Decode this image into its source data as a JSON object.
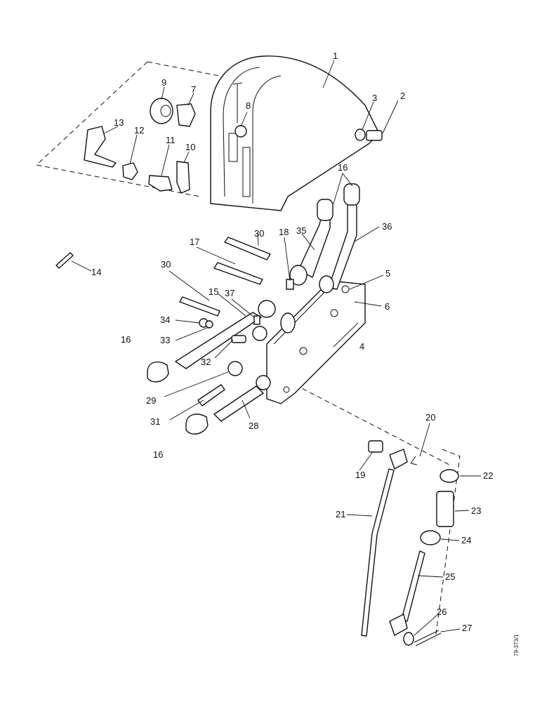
{
  "diagram": {
    "reference_code": "79-373/1",
    "labels": [
      {
        "id": "1",
        "text": "1"
      },
      {
        "id": "2",
        "text": "2"
      },
      {
        "id": "3",
        "text": "3"
      },
      {
        "id": "4",
        "text": "4"
      },
      {
        "id": "5",
        "text": "5"
      },
      {
        "id": "6",
        "text": "6"
      },
      {
        "id": "7",
        "text": "7"
      },
      {
        "id": "8",
        "text": "8"
      },
      {
        "id": "9",
        "text": "9"
      },
      {
        "id": "10",
        "text": "10"
      },
      {
        "id": "11",
        "text": "11"
      },
      {
        "id": "12",
        "text": "12"
      },
      {
        "id": "13",
        "text": "13"
      },
      {
        "id": "14",
        "text": "14"
      },
      {
        "id": "15",
        "text": "15"
      },
      {
        "id": "16a",
        "text": "16"
      },
      {
        "id": "16b",
        "text": "16"
      },
      {
        "id": "16c",
        "text": "16"
      },
      {
        "id": "17",
        "text": "17"
      },
      {
        "id": "18",
        "text": "18"
      },
      {
        "id": "19",
        "text": "19"
      },
      {
        "id": "20",
        "text": "20"
      },
      {
        "id": "21",
        "text": "21"
      },
      {
        "id": "22",
        "text": "22"
      },
      {
        "id": "23",
        "text": "23"
      },
      {
        "id": "24",
        "text": "24"
      },
      {
        "id": "25",
        "text": "25"
      },
      {
        "id": "26",
        "text": "26"
      },
      {
        "id": "27",
        "text": "27"
      },
      {
        "id": "28",
        "text": "28"
      },
      {
        "id": "29",
        "text": "29"
      },
      {
        "id": "30a",
        "text": "30"
      },
      {
        "id": "30b",
        "text": "30"
      },
      {
        "id": "31",
        "text": "31"
      },
      {
        "id": "32",
        "text": "32"
      },
      {
        "id": "33",
        "text": "33"
      },
      {
        "id": "34",
        "text": "34"
      },
      {
        "id": "35",
        "text": "35"
      },
      {
        "id": "36",
        "text": "36"
      },
      {
        "id": "37",
        "text": "37"
      }
    ]
  }
}
